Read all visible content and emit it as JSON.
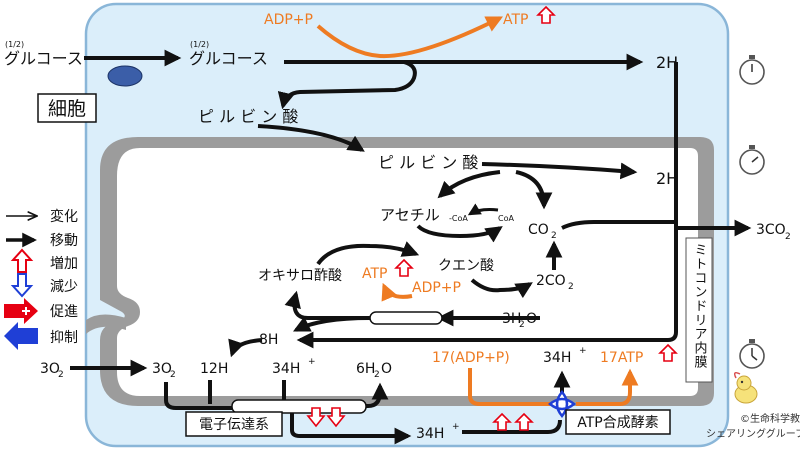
{
  "cell_label": "細胞",
  "membrane_label": "ミトコンドリア内膜",
  "glycolysis": {
    "fraction_left": "(1/2)",
    "glucose_left": "グルコース",
    "fraction_right": "(1/2)",
    "glucose_right": "グルコース",
    "pyruvate": "ピ ル ビ ン 酸",
    "adp": "ADP+P",
    "atp": "ATP",
    "h2": "2H"
  },
  "matrix": {
    "pyruvate": "ピ ル ビ ン 酸",
    "h2": "2H",
    "acetyl": "アセチル",
    "acetyl_sub": "-CoA",
    "coa": "CoA",
    "co2": "CO",
    "co2_sub": "2",
    "oxaloacetate": "オキサロ酢酸",
    "atp": "ATP",
    "citrate": "クエン酸",
    "adp": "ADP+P",
    "co2b": "2CO",
    "co2b_sub": "2",
    "water": "3H",
    "water_sub": "2",
    "water_end": "O",
    "h8": "8H",
    "co2_out": "3CO",
    "co2_out_sub": "2"
  },
  "electron_transport": {
    "o2_out": "3O",
    "o2_out_sub": "2",
    "o2_in": "3O",
    "o2_in_sub": "2",
    "h12": "12H",
    "hplus34": "34H",
    "sup_plus": "+",
    "water": "6H",
    "water_sub": "2",
    "water_end": "O",
    "system_label": "電子伝達系",
    "hplus34_bottom": "34H",
    "adp17": "17(ADP+P)",
    "hplus34_right": "34H",
    "atp17": "17ATP",
    "synthase_label": "ATP合成酵素"
  },
  "legend": [
    {
      "label": "変化"
    },
    {
      "label": "移動"
    },
    {
      "label": "増加"
    },
    {
      "label": "減少"
    },
    {
      "label": "促進"
    },
    {
      "label": "抑制"
    }
  ],
  "credit": {
    "line1": "©生命科学教育",
    "line2": "シェアリンググループ"
  },
  "colors": {
    "cytoplasm": "#dbeefa",
    "cell_border": "#8ab6d8",
    "membrane": "#9c9c9c",
    "orange": "#ee7b22",
    "red": "#e60012",
    "blue": "#1f3fd6"
  }
}
